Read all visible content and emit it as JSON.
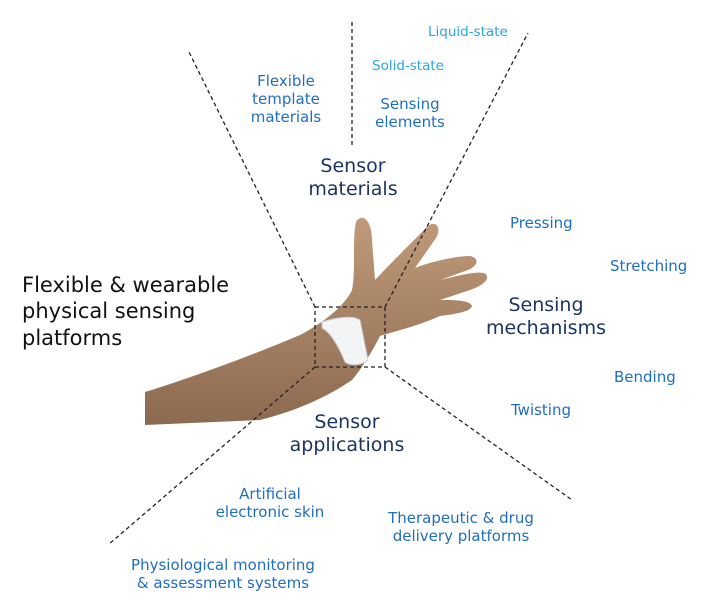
{
  "title": "Flexible & wearable physical sensing platforms",
  "title_lines": [
    "Flexible & wearable",
    "physical sensing",
    "platforms"
  ],
  "materials": {
    "heading_lines": [
      "Sensor",
      "materials"
    ],
    "template_lines": [
      "Flexible",
      "template",
      "materials"
    ],
    "elements_lines": [
      "Sensing",
      "elements"
    ],
    "solid": "Solid-state",
    "liquid": "Liquid-state"
  },
  "mechanisms": {
    "heading_lines": [
      "Sensing",
      "mechanisms"
    ],
    "items": [
      "Pressing",
      "Stretching",
      "Bending",
      "Twisting"
    ]
  },
  "applications": {
    "heading_lines": [
      "Sensor",
      "applications"
    ],
    "skin_lines": [
      "Artificial",
      "electronic skin"
    ],
    "therapeutic_lines": [
      "Therapeutic & drug",
      "delivery platforms"
    ],
    "monitoring_lines": [
      "Physiological monitoring",
      "& assessment  systems"
    ]
  },
  "colors": {
    "heading": "#1b3560",
    "item": "#1f6fc0",
    "state": "#2aa6e3",
    "skin": "#b08b6c"
  }
}
